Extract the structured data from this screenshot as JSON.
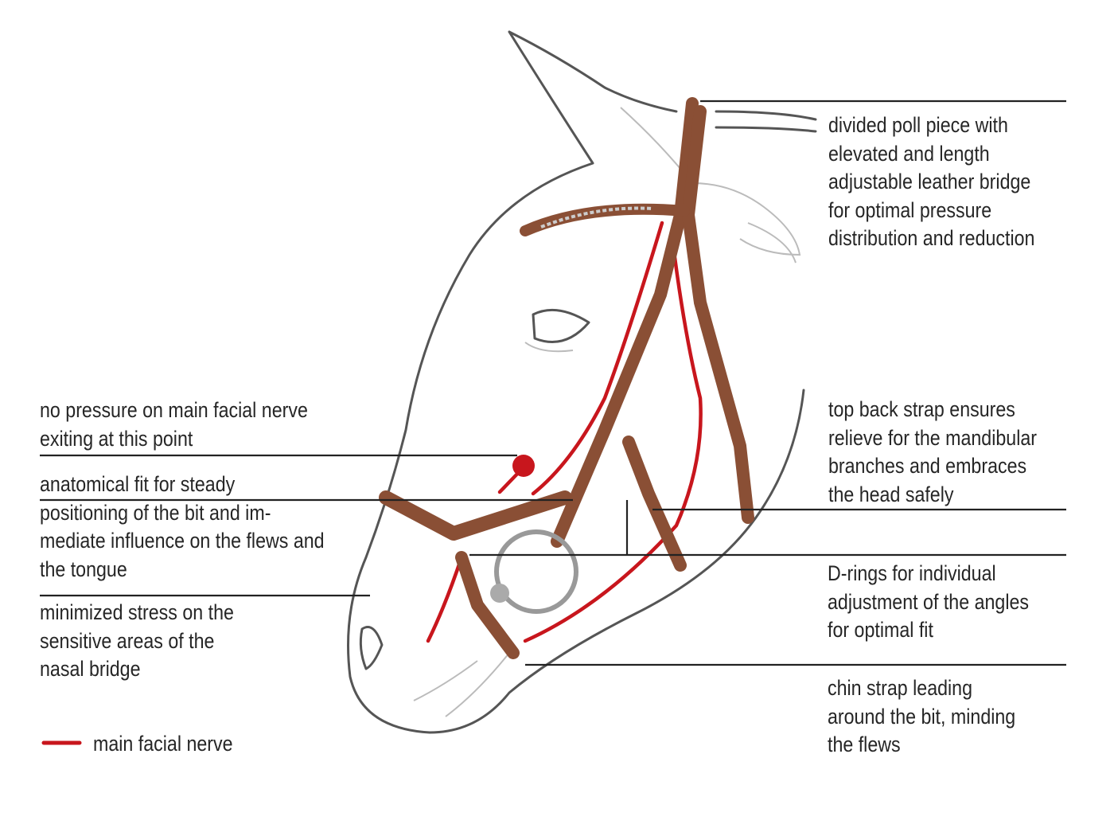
{
  "annotations_right": [
    {
      "lines": [
        "divided poll piece with",
        "elevated and length",
        "adjustable leather bridge",
        "for optimal pressure",
        "distribution and reduction"
      ]
    },
    {
      "lines": [
        "top back strap ensures",
        "relieve for the mandibular",
        "branches and embraces",
        "the head safely"
      ]
    },
    {
      "lines": [
        "D-rings for individual",
        "adjustment of the angles",
        "for optimal fit"
      ]
    },
    {
      "lines": [
        "chin strap leading",
        "around the bit, minding",
        "the flews"
      ]
    }
  ],
  "annotations_left": [
    {
      "lines": [
        "no pressure on main facial nerve",
        "exiting at this point"
      ]
    },
    {
      "lines": [
        "anatomical fit for steady",
        "positioning of the bit and im-",
        "mediate influence on the flews and",
        "the tongue"
      ]
    },
    {
      "lines": [
        "minimized stress on the",
        "sensitive areas of the",
        "nasal bridge"
      ]
    }
  ],
  "legend": {
    "label": "main facial nerve",
    "color": "#c8161d"
  },
  "colors": {
    "leather": "#8a4f35",
    "outline": "#555555",
    "nerve": "#c8161d"
  }
}
